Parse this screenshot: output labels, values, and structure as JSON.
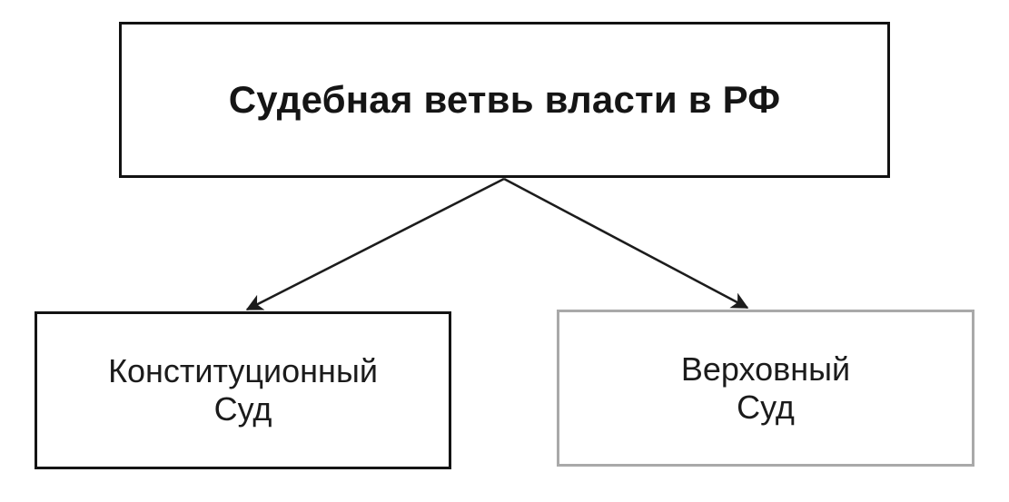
{
  "diagram": {
    "title": "Судебная ветвь власти в РФ",
    "background_color": "#ffffff",
    "root": {
      "id": "root",
      "label": "Судебная ветвь власти в РФ",
      "border_color": "#121212",
      "text_weight": "bold"
    },
    "children": [
      {
        "id": "constitutional-court",
        "label_line_1": "Конституционный",
        "label_line_2": "Суд",
        "label_full": "Конституционный Суд",
        "border_color": "#141414",
        "text_weight": "normal"
      },
      {
        "id": "supreme-court",
        "label_line_1": "Верховный",
        "label_line_2": "Суд",
        "label_full": "Верховный Суд",
        "border_color": "#a9a9a9",
        "text_weight": "normal"
      }
    ],
    "connectors": [
      {
        "id": "arrow-root-to-constitutional-court",
        "from": "root",
        "to": "constitutional-court",
        "direction": "down-left",
        "arrowhead": "filled-triangle",
        "color": "#1c1c1c"
      },
      {
        "id": "arrow-root-to-supreme-court",
        "from": "root",
        "to": "supreme-court",
        "direction": "down-right",
        "arrowhead": "filled-triangle",
        "color": "#1c1c1c"
      }
    ]
  }
}
